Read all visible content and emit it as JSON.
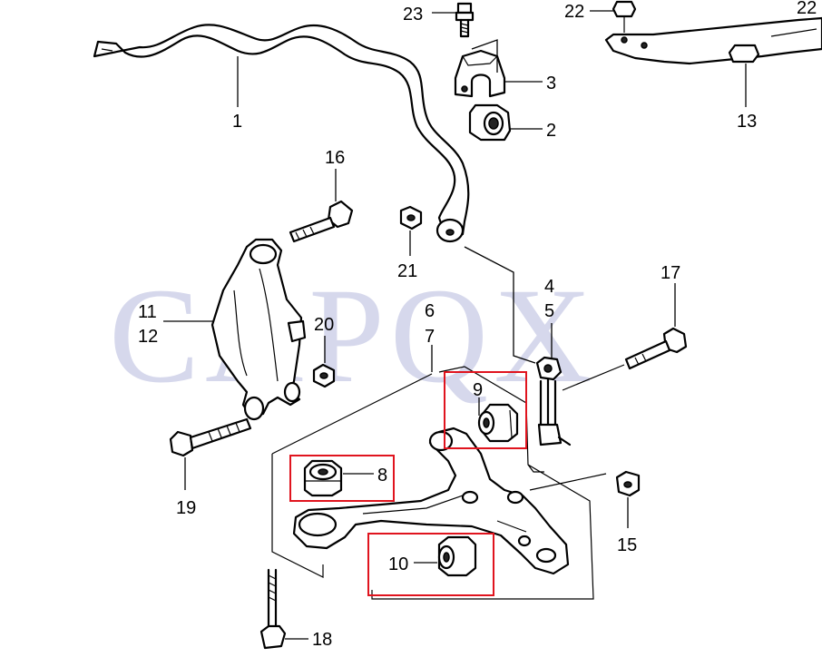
{
  "watermark": "CAPQX",
  "callouts": {
    "c1": "1",
    "c2": "2",
    "c3": "3",
    "c4": "4",
    "c5": "5",
    "c6": "6",
    "c7": "7",
    "c8": "8",
    "c9": "9",
    "c10": "10",
    "c11": "11",
    "c12": "12",
    "c13": "13",
    "c15": "15",
    "c16": "16",
    "c17": "17",
    "c18": "18",
    "c19": "19",
    "c20": "20",
    "c21": "21",
    "c22a": "22",
    "c22b": "22",
    "c23": "23"
  },
  "highlight_color": "#e0141e",
  "watermark_color": "#c9cbe6"
}
